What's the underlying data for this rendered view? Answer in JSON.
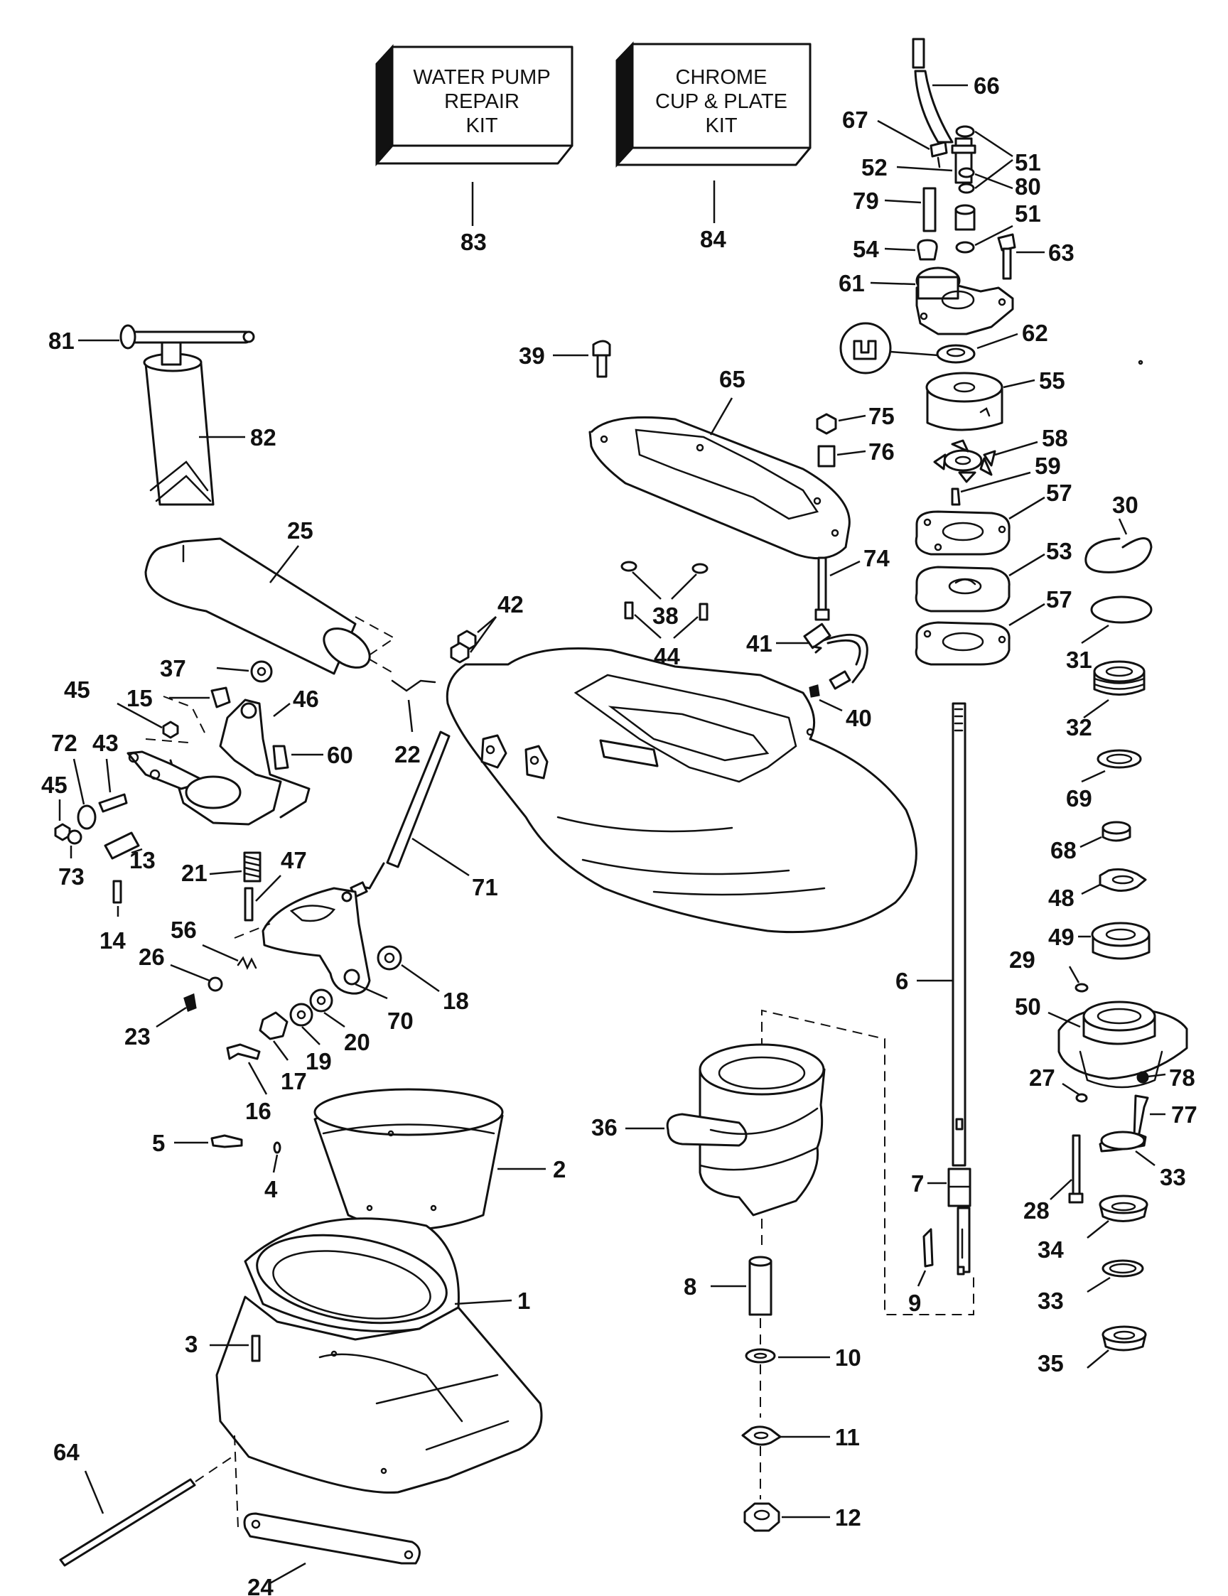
{
  "kits": [
    {
      "id": "water-pump-repair-kit",
      "lines": [
        "WATER PUMP",
        "REPAIR",
        "KIT"
      ],
      "number": "83"
    },
    {
      "id": "chrome-cup-plate-kit",
      "lines": [
        "CHROME",
        "CUP & PLATE",
        "KIT"
      ],
      "number": "84"
    }
  ],
  "callouts": {
    "c1": "1",
    "c2": "2",
    "c3": "3",
    "c4": "4",
    "c5": "5",
    "c6": "6",
    "c7": "7",
    "c8": "8",
    "c9": "9",
    "c10": "10",
    "c11": "11",
    "c12": "12",
    "c13": "13",
    "c14": "14",
    "c15": "15",
    "c16": "16",
    "c17": "17",
    "c18": "18",
    "c19": "19",
    "c20": "20",
    "c21": "21",
    "c22": "22",
    "c23": "23",
    "c24": "24",
    "c25": "25",
    "c26": "26",
    "c27": "27",
    "c28": "28",
    "c29": "29",
    "c30": "30",
    "c31": "31",
    "c32": "32",
    "c33a": "33",
    "c33b": "33",
    "c34": "34",
    "c35": "35",
    "c36": "36",
    "c37": "37",
    "c38": "38",
    "c39": "39",
    "c40": "40",
    "c41": "41",
    "c42": "42",
    "c43": "43",
    "c44": "44",
    "c45a": "45",
    "c45b": "45",
    "c46": "46",
    "c47": "47",
    "c48": "48",
    "c49": "49",
    "c50": "50",
    "c51a": "51",
    "c51b": "51",
    "c52": "52",
    "c53": "53",
    "c54": "54",
    "c55": "55",
    "c56": "56",
    "c57a": "57",
    "c57b": "57",
    "c58": "58",
    "c59": "59",
    "c60": "60",
    "c61": "61",
    "c62": "62",
    "c63": "63",
    "c64": "64",
    "c65": "65",
    "c66": "66",
    "c67": "67",
    "c68": "68",
    "c69": "69",
    "c70": "70",
    "c71": "71",
    "c72": "72",
    "c73": "73",
    "c74": "74",
    "c75": "75",
    "c76": "76",
    "c77": "77",
    "c78": "78",
    "c79": "79",
    "c80": "80",
    "c81": "81",
    "c82": "82"
  }
}
